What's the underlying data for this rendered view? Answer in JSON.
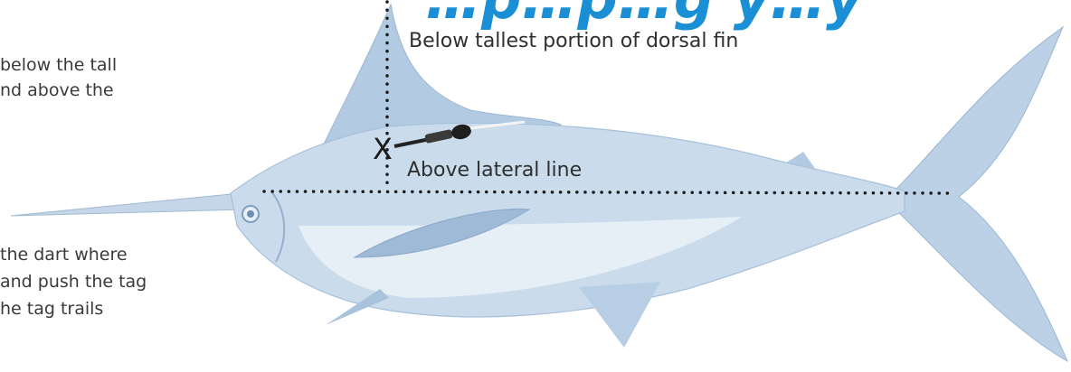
{
  "title_fragment": "…p…p…g y…y",
  "left_text": {
    "top_line1": "below the tall",
    "top_line2": "nd above the",
    "bottom_line1": "the dart where",
    "bottom_line2": "and push the tag",
    "bottom_line3": "he tag trails"
  },
  "labels": {
    "dorsal": "Below tallest portion of dorsal fin",
    "lateral": "Above lateral line",
    "target_mark": "X"
  },
  "colors": {
    "title": "#1a8fd6",
    "fish_fill": "#c9daea",
    "fish_shade": "#a9c3dc",
    "dots": "#1b1b1b"
  }
}
